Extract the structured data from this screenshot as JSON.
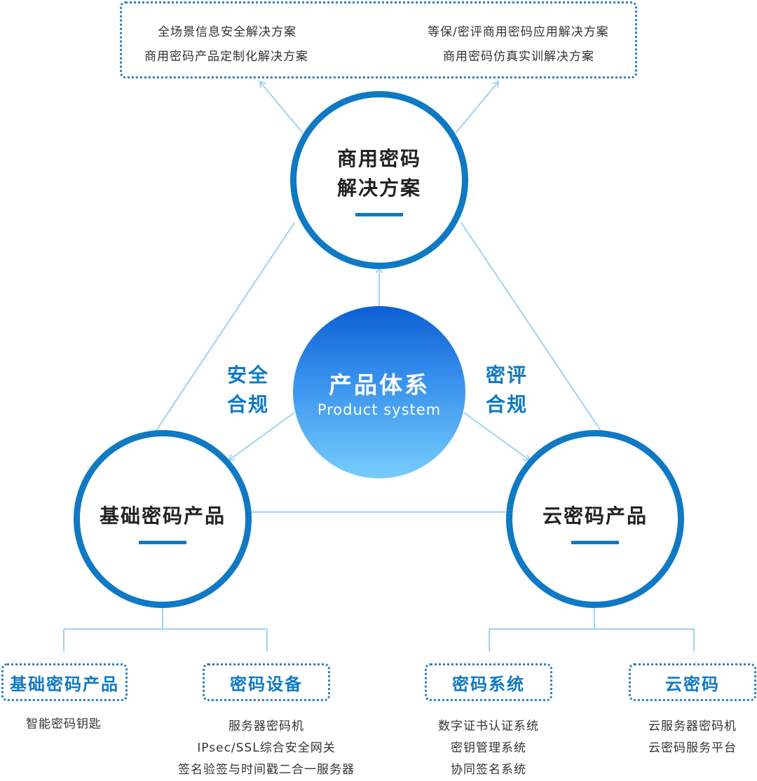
{
  "top_solutions": {
    "left": [
      "全场景信息安全解决方案",
      "商用密码产品定制化解决方案"
    ],
    "right": [
      "等保/密评商用密码应用解决方案",
      "商用密码仿真实训解决方案"
    ]
  },
  "nodes": {
    "top": {
      "line1": "商用密码",
      "line2": "解决方案"
    },
    "left": {
      "title": "基础密码产品"
    },
    "right": {
      "title": "云密码产品"
    }
  },
  "core": {
    "title": "产品体系",
    "subtitle": "Product system"
  },
  "side_labels": {
    "left": {
      "line1": "安全",
      "line2": "合规"
    },
    "right": {
      "line1": "密评",
      "line2": "合规"
    }
  },
  "categories": [
    {
      "label": "基础密码产品",
      "items": [
        "智能密码钥匙"
      ]
    },
    {
      "label": "密码设备",
      "items": [
        "服务器密码机",
        "IPsec/SSL综合安全网关",
        "签名验签与时间戳二合一服务器"
      ]
    },
    {
      "label": "密码系统",
      "items": [
        "数字证书认证系统",
        "密钥管理系统",
        "协同签名系统"
      ]
    },
    {
      "label": "云密码",
      "items": [
        "云服务器密码机",
        "云密码服务平台"
      ]
    }
  ],
  "colors": {
    "primary": "#0f79c4",
    "line": "#9fd3f1",
    "core_top": "#0c5fd3",
    "core_bottom": "#77cdfb"
  }
}
